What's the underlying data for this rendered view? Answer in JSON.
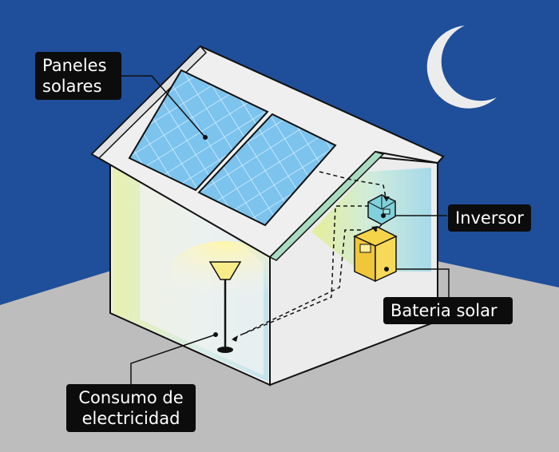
{
  "labels": {
    "paneles": "Paneles\nsolares",
    "inversor": "Inversor",
    "bateria": "Bateria solar",
    "consumo": "Consumo de\nelectricidad"
  },
  "colors": {
    "sky": "#1f4e9a",
    "ground": "#bdbdbd",
    "house": "#ececec",
    "solar_panel": "#7cc3ee",
    "inverter": "#7fd2dc",
    "battery": "#f5d44a",
    "lamp": "#f7ec8a",
    "moon": "#ececec",
    "roof_trim": "#a9dcc0"
  },
  "icons": [
    "moon-icon",
    "lamp-icon"
  ]
}
